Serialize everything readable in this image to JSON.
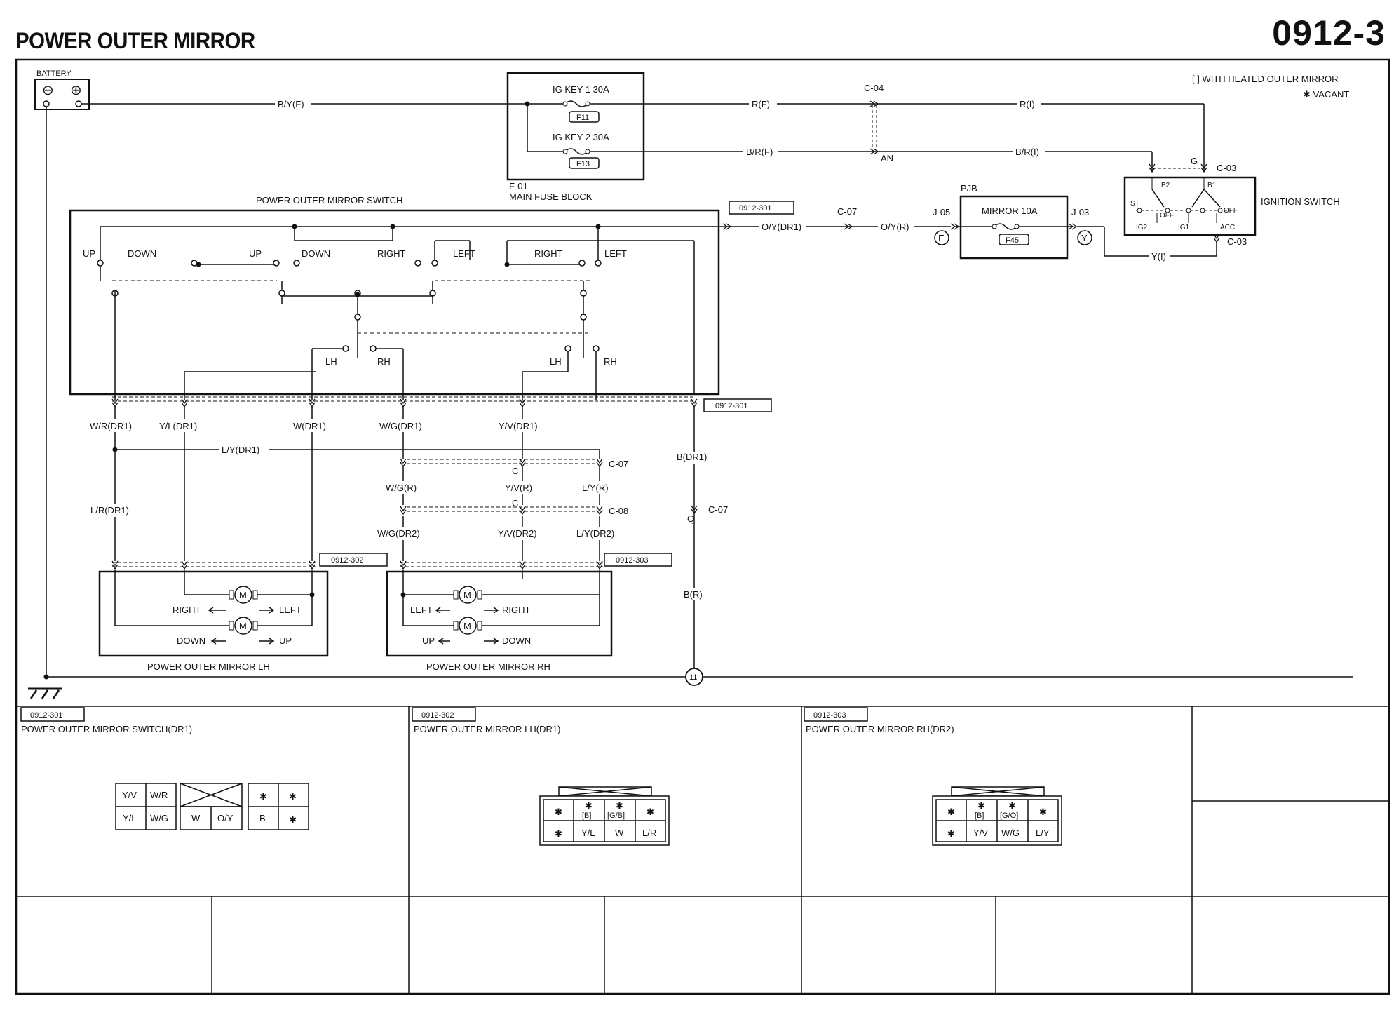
{
  "header": {
    "title": "POWER OUTER MIRROR",
    "page_number": "0912-3"
  },
  "notes": {
    "heated": "[ ] WITH HEATED OUTER MIRROR",
    "vacant": "✱ VACANT"
  },
  "battery": {
    "label": "BATTERY",
    "minus": "⊖",
    "plus": "⊕"
  },
  "fuse_block": {
    "f1_label": "IG KEY 1 30A",
    "f1_id": "F11",
    "f2_label": "IG KEY 2 30A",
    "f2_id": "F13",
    "code": "F-01",
    "name": "MAIN FUSE BLOCK"
  },
  "mirror_fuse": {
    "label": "MIRROR 10A",
    "id": "F45",
    "block": "PJB"
  },
  "ignition": {
    "name": "IGNITION SWITCH",
    "b2": "B2",
    "b1": "B1",
    "st": "ST",
    "off1": "OFF",
    "off2": "OFF",
    "ig2": "IG2",
    "ig1": "IG1",
    "acc": "ACC"
  },
  "wires": {
    "byf": "B/Y(F)",
    "rf": "R(F)",
    "ri": "R(I)",
    "brf": "B/R(F)",
    "bri": "B/R(I)",
    "oydr1": "O/Y(DR1)",
    "oyr": "O/Y(R)",
    "yi": "Y(I)",
    "wrdr1": "W/R(DR1)",
    "yldr1": "Y/L(DR1)",
    "wdr1": "W(DR1)",
    "wgdr1": "W/G(DR1)",
    "yvdr1": "Y/V(DR1)",
    "lydr1": "L/Y(DR1)",
    "bdr1": "B(DR1)",
    "lrdr1": "L/R(DR1)",
    "wgr": "W/G(R)",
    "yvr": "Y/V(R)",
    "lyr": "L/Y(R)",
    "wgdr2": "W/G(DR2)",
    "yvdr2": "Y/V(DR2)",
    "lydr2": "L/Y(DR2)",
    "br": "B(R)"
  },
  "connectors": {
    "c04": "C-04",
    "an": "AN",
    "g": "G",
    "c03a": "C-03",
    "c03b": "C-03",
    "c07a": "C-07",
    "j05": "J-05",
    "j03": "J-03",
    "e": "E",
    "y": "Y",
    "c07b": "C-07",
    "c08": "C-08",
    "c07c": "C-07",
    "ca": "C",
    "cb": "C",
    "q": "Q"
  },
  "refs": {
    "r301a": "0912-301",
    "r301b": "0912-301",
    "r302": "0912-302",
    "r303": "0912-303"
  },
  "switch": {
    "name": "POWER OUTER MIRROR SWITCH",
    "up1": "UP",
    "down1": "DOWN",
    "up2": "UP",
    "down2": "DOWN",
    "right1": "RIGHT",
    "left1": "LEFT",
    "right2": "RIGHT",
    "left2": "LEFT",
    "lh1": "LH",
    "rh1": "RH",
    "lh2": "LH",
    "rh2": "RH"
  },
  "mirror_lh": {
    "name": "POWER OUTER MIRROR LH",
    "m": "M",
    "m2": "M",
    "right": "RIGHT",
    "left": "LEFT",
    "down": "DOWN",
    "up": "UP"
  },
  "mirror_rh": {
    "name": "POWER OUTER MIRROR RH",
    "m": "M",
    "m2": "M",
    "left": "LEFT",
    "right": "RIGHT",
    "up": "UP",
    "down": "DOWN"
  },
  "ground": {
    "id": "11"
  },
  "connector_views": {
    "c301": {
      "code": "0912-301",
      "title": "POWER OUTER MIRROR SWITCH(DR1)",
      "top": [
        "Y/V",
        "W/R",
        "✱",
        "✱"
      ],
      "bottom": [
        "Y/L",
        "W/G",
        "W",
        "O/Y",
        "B",
        "✱"
      ]
    },
    "c302": {
      "code": "0912-302",
      "title": "POWER OUTER MIRROR LH(DR1)",
      "top": [
        "✱",
        "✱",
        "[B]",
        "✱",
        "[G/B]",
        "✱"
      ],
      "bottom": [
        "✱",
        "Y/L",
        "W",
        "L/R"
      ]
    },
    "c303": {
      "code": "0912-303",
      "title": "POWER OUTER MIRROR RH(DR2)",
      "top": [
        "✱",
        "✱",
        "[B]",
        "✱",
        "[G/O]",
        "✱"
      ],
      "bottom": [
        "✱",
        "Y/V",
        "W/G",
        "L/Y"
      ]
    }
  }
}
